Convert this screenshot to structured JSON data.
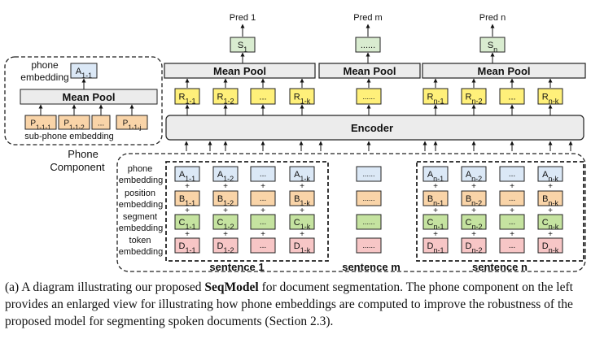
{
  "labels": {
    "pred_1": "Pred 1",
    "pred_m": "Pred m",
    "pred_n": "Pred n",
    "s_1": "1",
    "s_m": "......",
    "s_n": "n",
    "mean_pool": "Mean Pool",
    "encoder": "Encoder",
    "dots": "...",
    "dots_long": "......",
    "phone_embedding": "phone embedding",
    "phone_component": "Phone Component",
    "sub_phone_embedding": "sub-phone embedding",
    "sentence_1": "sentence 1",
    "sentence_m": "sentence m",
    "sentence_n": "sentence n",
    "row_phone": "phone embedding",
    "row_position": "position embedding",
    "row_segment": "segment embedding",
    "row_token": "token embedding",
    "plus": "+"
  },
  "phone_component": {
    "output_label": "A",
    "output_sub": "1-1",
    "subphones": [
      {
        "base": "P",
        "sub": "1-1-1"
      },
      {
        "base": "P",
        "sub": "1-1-2"
      },
      {
        "base": "...",
        "sub": ""
      },
      {
        "base": "P",
        "sub": "1-1-j"
      }
    ]
  },
  "sentence_1": {
    "reps": [
      {
        "base": "R",
        "sub": "1-1"
      },
      {
        "base": "R",
        "sub": "1-2"
      },
      {
        "base": "...",
        "sub": ""
      },
      {
        "base": "R",
        "sub": "1-k"
      }
    ],
    "cols": [
      {
        "sub": "1-1"
      },
      {
        "sub": "1-2"
      },
      {
        "sub": "dots"
      },
      {
        "sub": "1-k"
      }
    ]
  },
  "sentence_n": {
    "reps": [
      {
        "base": "R",
        "sub": "n-1"
      },
      {
        "base": "R",
        "sub": "n-2"
      },
      {
        "base": "...",
        "sub": ""
      },
      {
        "base": "R",
        "sub": "n-k"
      }
    ],
    "cols": [
      {
        "sub": "n-1"
      },
      {
        "sub": "n-2"
      },
      {
        "sub": "dots"
      },
      {
        "sub": "n-k"
      }
    ]
  },
  "row_letters": [
    "A",
    "B",
    "C",
    "D"
  ],
  "colors": {
    "blue": "#dbe8f6",
    "orange": "#f9d4a8",
    "green": "#c5e3a0",
    "pink": "#f7c6c6",
    "yellow": "#fff07a",
    "green_out": "#d9ecd0",
    "gray": "#ececec"
  },
  "caption": {
    "prefix": "(a) A diagram illustrating our proposed ",
    "model": "SeqModel",
    "suffix": " for document segmentation. The phone component on the left provides an enlarged view for illustrating how phone embeddings are computed to improve the robustness of the proposed model for segmenting spoken documents (Section 2.3)."
  }
}
